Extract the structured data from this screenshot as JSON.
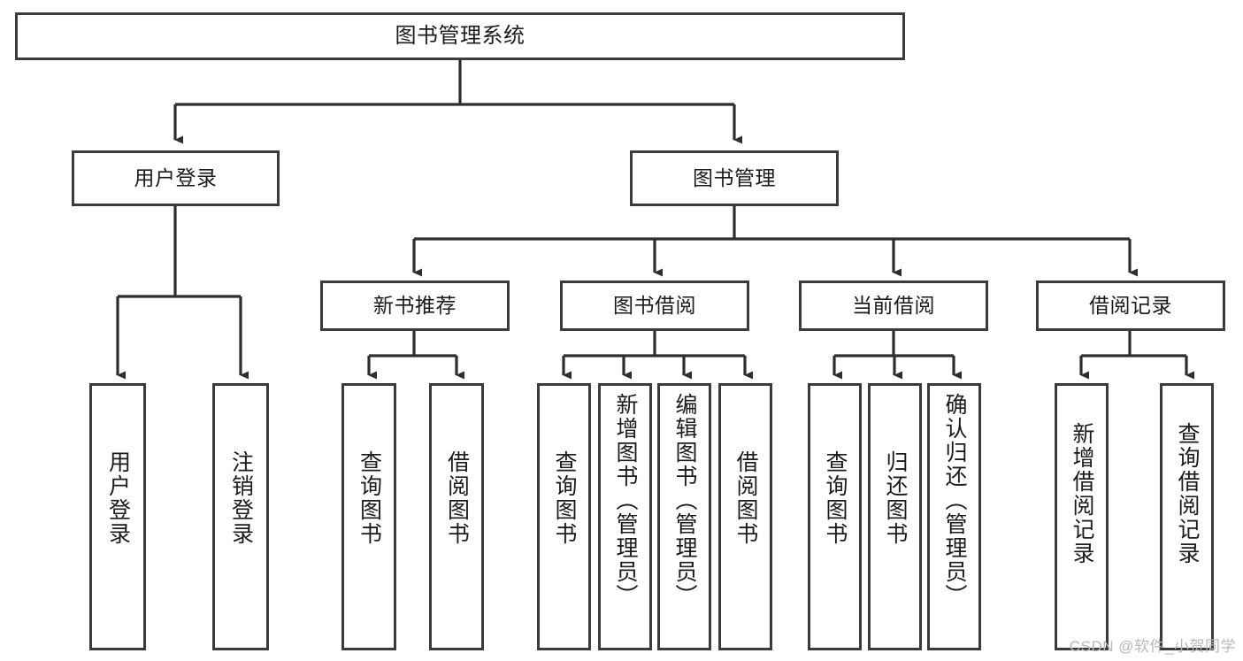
{
  "diagram": {
    "title": "图书管理系统",
    "type": "tree-hierarchy",
    "levels": 4,
    "colors": {
      "box_border": "#3b3b3b",
      "box_fill": "#ffffff",
      "connector": "#2e2e2e",
      "text": "#1b1b1b",
      "watermark": "#b9b9b9",
      "background": "#ffffff"
    },
    "root": {
      "id": "root",
      "label": "图书管理系统"
    },
    "level2": [
      {
        "id": "user-login",
        "label": "用户登录"
      },
      {
        "id": "book-manage",
        "label": "图书管理"
      }
    ],
    "level3": [
      {
        "id": "new-book-recommend",
        "label": "新书推荐"
      },
      {
        "id": "book-borrow",
        "label": "图书借阅"
      },
      {
        "id": "current-borrow",
        "label": "当前借阅"
      },
      {
        "id": "borrow-record",
        "label": "借阅记录"
      }
    ],
    "leaves": {
      "user_login": [
        {
          "id": "leaf-user-login",
          "label": "用户登录"
        },
        {
          "id": "leaf-logout-login",
          "label": "注销登录"
        }
      ],
      "new_book_recommend": [
        {
          "id": "leaf-query-book-1",
          "label": "查询图书"
        },
        {
          "id": "leaf-borrow-book-1",
          "label": "借阅图书"
        }
      ],
      "book_borrow": [
        {
          "id": "leaf-query-book-2",
          "label": "查询图书"
        },
        {
          "id": "leaf-add-book",
          "label": "新增图书（管理员）"
        },
        {
          "id": "leaf-edit-book",
          "label": "编辑图书（管理员）"
        },
        {
          "id": "leaf-borrow-book-2",
          "label": "借阅图书"
        }
      ],
      "current_borrow": [
        {
          "id": "leaf-query-book-3",
          "label": "查询图书"
        },
        {
          "id": "leaf-return-book",
          "label": "归还图书"
        },
        {
          "id": "leaf-confirm-return",
          "label": "确认归还（管理员）"
        }
      ],
      "borrow_record": [
        {
          "id": "leaf-add-record",
          "label": "新增借阅记录"
        },
        {
          "id": "leaf-query-record",
          "label": "查询借阅记录"
        }
      ]
    }
  },
  "watermark": {
    "text": "CSDN @软件_小贺同学"
  }
}
